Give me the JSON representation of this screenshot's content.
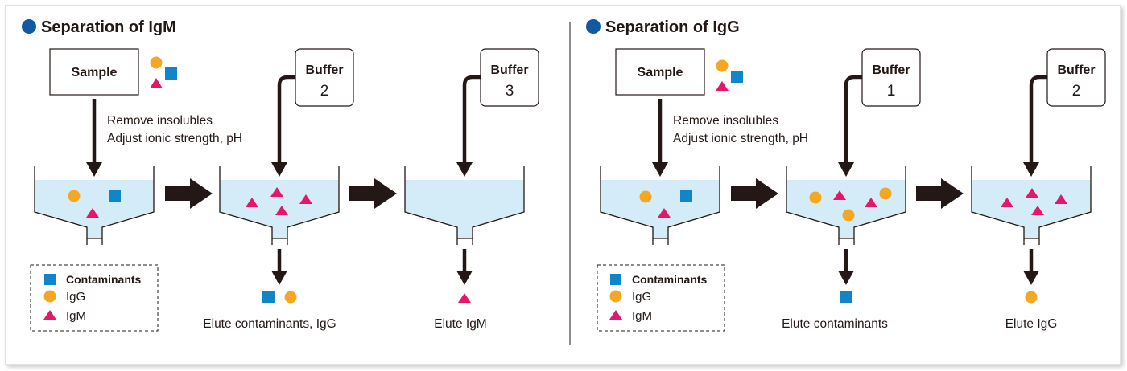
{
  "colors": {
    "igg": "#f5a623",
    "igm": "#e2186a",
    "contaminant": "#1086c9",
    "bullet": "#0f5aa0",
    "liquid": "#d4ecf7",
    "ink": "#231815"
  },
  "legend": {
    "contaminants": "Contaminants",
    "igg": "IgG",
    "igm": "IgM"
  },
  "panels": [
    {
      "title": "Separation of IgM",
      "sample_label": "Sample",
      "prep_line1": "Remove insolubles",
      "prep_line2": "Adjust ionic strength, pH",
      "buffer_a_label": "Buffer",
      "buffer_a_num": "2",
      "buffer_b_label": "Buffer",
      "buffer_b_num": "3",
      "elute1": "Elute contaminants, IgG",
      "elute2": "Elute IgM"
    },
    {
      "title": "Separation of IgG",
      "sample_label": "Sample",
      "prep_line1": "Remove insolubles",
      "prep_line2": "Adjust ionic strength, pH",
      "buffer_a_label": "Buffer",
      "buffer_a_num": "1",
      "buffer_b_label": "Buffer",
      "buffer_b_num": "2",
      "elute1": "Elute contaminants",
      "elute2": "Elute IgG"
    }
  ]
}
